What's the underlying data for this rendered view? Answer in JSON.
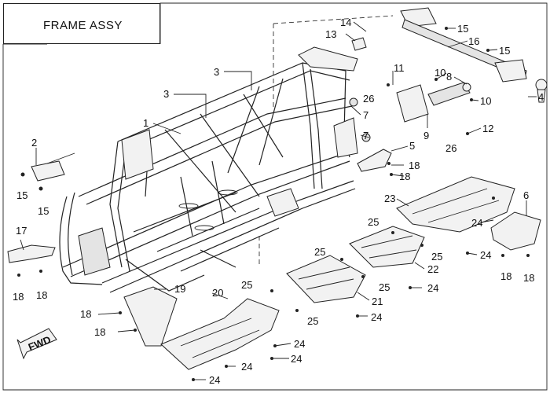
{
  "title": "FRAME ASSY",
  "fwd_label": "FWD",
  "callouts": [
    {
      "id": "c1",
      "text": "1"
    },
    {
      "id": "c2",
      "text": "2"
    },
    {
      "id": "c3a",
      "text": "3"
    },
    {
      "id": "c3b",
      "text": "3"
    },
    {
      "id": "c4",
      "text": "4"
    },
    {
      "id": "c5",
      "text": "5"
    },
    {
      "id": "c6",
      "text": "6"
    },
    {
      "id": "c7a",
      "text": "7"
    },
    {
      "id": "c7b",
      "text": "7"
    },
    {
      "id": "c8",
      "text": "8"
    },
    {
      "id": "c9",
      "text": "9"
    },
    {
      "id": "c10a",
      "text": "10"
    },
    {
      "id": "c10b",
      "text": "10"
    },
    {
      "id": "c11",
      "text": "11"
    },
    {
      "id": "c12",
      "text": "12"
    },
    {
      "id": "c13",
      "text": "13"
    },
    {
      "id": "c14",
      "text": "14"
    },
    {
      "id": "c15a",
      "text": "15"
    },
    {
      "id": "c15b",
      "text": "15"
    },
    {
      "id": "c15c",
      "text": "15"
    },
    {
      "id": "c15d",
      "text": "15"
    },
    {
      "id": "c16",
      "text": "16"
    },
    {
      "id": "c17",
      "text": "17"
    },
    {
      "id": "c18a",
      "text": "18"
    },
    {
      "id": "c18b",
      "text": "18"
    },
    {
      "id": "c18c",
      "text": "18"
    },
    {
      "id": "c18d",
      "text": "18"
    },
    {
      "id": "c18e",
      "text": "18"
    },
    {
      "id": "c18f",
      "text": "18"
    },
    {
      "id": "c18g",
      "text": "18"
    },
    {
      "id": "c18h",
      "text": "18"
    },
    {
      "id": "c19",
      "text": "19"
    },
    {
      "id": "c20",
      "text": "20"
    },
    {
      "id": "c21",
      "text": "21"
    },
    {
      "id": "c22",
      "text": "22"
    },
    {
      "id": "c23",
      "text": "23"
    },
    {
      "id": "c24a",
      "text": "24"
    },
    {
      "id": "c24b",
      "text": "24"
    },
    {
      "id": "c24c",
      "text": "24"
    },
    {
      "id": "c24d",
      "text": "24"
    },
    {
      "id": "c24e",
      "text": "24"
    },
    {
      "id": "c24f",
      "text": "24"
    },
    {
      "id": "c24g",
      "text": "24"
    },
    {
      "id": "c24h",
      "text": "24"
    },
    {
      "id": "c25a",
      "text": "25"
    },
    {
      "id": "c25b",
      "text": "25"
    },
    {
      "id": "c25c",
      "text": "25"
    },
    {
      "id": "c25d",
      "text": "25"
    },
    {
      "id": "c25e",
      "text": "25"
    },
    {
      "id": "c25f",
      "text": "25"
    },
    {
      "id": "c26a",
      "text": "26"
    },
    {
      "id": "c26b",
      "text": "26"
    }
  ]
}
